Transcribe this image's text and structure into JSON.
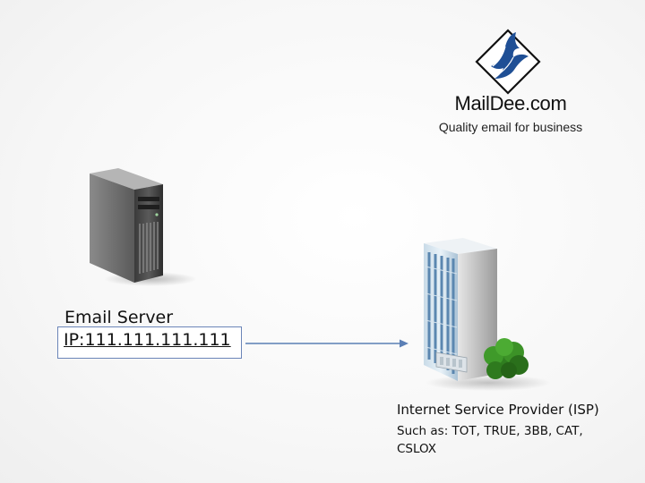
{
  "brand": {
    "name": "MailDee.com",
    "tagline": "Quality email for business",
    "logo_icon": "bird-diamond-logo-icon",
    "logo_color": "#1f4f95"
  },
  "email_server": {
    "icon": "server-tower-icon",
    "label": "Email Server",
    "ip": "IP:111.111.111.111"
  },
  "connection": {
    "icon": "arrow-right-icon",
    "color": "#5b7fb5"
  },
  "isp": {
    "icon": "office-building-icon",
    "title": "Internet Service Provider (ISP)",
    "examples": "Such as: TOT, TRUE, 3BB, CAT, CSLOX"
  }
}
